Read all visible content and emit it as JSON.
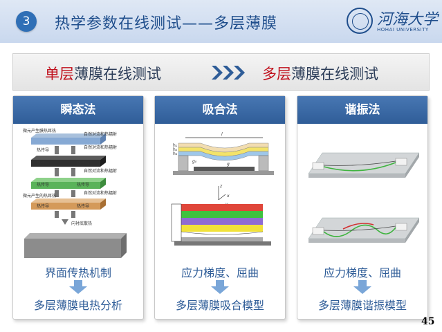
{
  "header": {
    "number": "3",
    "title": "热学参数在线测试——多层薄膜",
    "logo_cn": "河海大学",
    "logo_en": "HOHAI UNIVERSITY"
  },
  "banner": {
    "left_red": "单层",
    "left_rest": "薄膜在线测试",
    "right_red": "多层",
    "right_rest": "薄膜在线测试"
  },
  "cards": [
    {
      "title": "瞬态法",
      "line1": "界面传热机制",
      "line2": "多层薄膜电热分析",
      "figure": {
        "labels": [
          "微元产生膜热耳热",
          "自然对流和热辐射",
          "热传导",
          "自然对流和热辐射",
          "热传导",
          "热传导",
          "自然对流和热辐射",
          "热传导",
          "热传导",
          "自然对流和热辐射",
          "微元产生的热耳热",
          "热传导",
          "热传导",
          "向衬底散热"
        ]
      }
    },
    {
      "title": "吸合法",
      "line1": "应力梯度、屈曲",
      "line2": "多层薄膜吸合模型",
      "figure": {
        "top_labels": [
          "l",
          "h₁",
          "h₂",
          "h₃",
          "g₀",
          "g"
        ],
        "bottom_labels": [
          "x",
          "z",
          "y"
        ]
      }
    },
    {
      "title": "谐振法",
      "line1": "应力梯度、屈曲",
      "line2": "多层薄膜谐振模型",
      "figure": {}
    }
  ],
  "page_number": "45",
  "colors": {
    "brand_blue": "#2f5d98",
    "accent_red": "#c0101c",
    "header_bg": "#d3e0f2"
  }
}
